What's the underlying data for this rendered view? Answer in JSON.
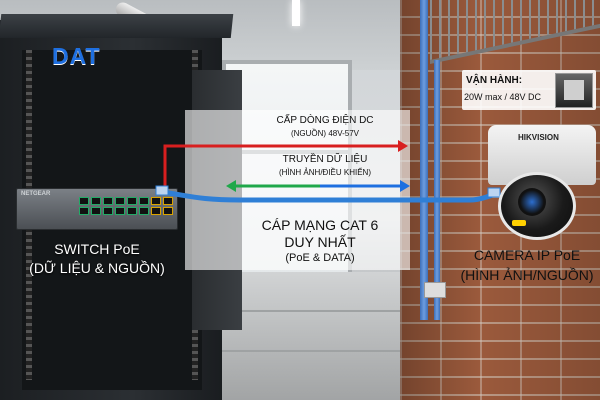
{
  "logo": {
    "text": "DAT"
  },
  "switch": {
    "brand": "NETGEAR",
    "label_line1": "SWITCH PoE",
    "label_line2": "(DỮ LIỆU & NGUỒN)"
  },
  "power_line": {
    "title": "CẤP DÒNG ĐIỆN DC",
    "subtitle": "(NGUỒN) 48V-57V",
    "color": "#d81f1f"
  },
  "data_line": {
    "title": "TRUYỀN DỮ LIỆU",
    "subtitle": "(HÌNH ẢNH/ĐIỀU KHIỂN)",
    "colors": [
      "#1fa84a",
      "#1e6fe0"
    ]
  },
  "cable": {
    "title_line1": "CÁP MẠNG CAT 6",
    "title_line2": "DUY NHẤT",
    "subtitle": "(PoE & DATA)",
    "color": "#2f7fd6"
  },
  "camera": {
    "brand": "HIKVISION",
    "label_line1": "CAMERA IP PoE",
    "label_line2": "(HÌNH ẢNH/NGUỒN)"
  },
  "status": {
    "title": "VẬN HÀNH:",
    "value": "20W max / 48V DC"
  }
}
